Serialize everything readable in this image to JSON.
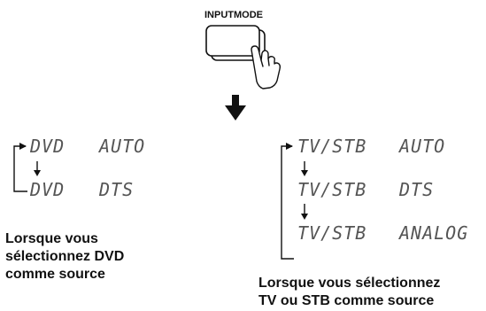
{
  "button": {
    "label": "INPUTMODE"
  },
  "left": {
    "display": [
      {
        "source": "DVD",
        "mode": "AUTO"
      },
      {
        "source": "DVD",
        "mode": "DTS"
      }
    ],
    "caption": [
      "Lorsque vous",
      "sélectionnez DVD",
      "comme source"
    ]
  },
  "right": {
    "display": [
      {
        "source": "TV/STB",
        "mode": "AUTO"
      },
      {
        "source": "TV/STB",
        "mode": "DTS"
      },
      {
        "source": "TV/STB",
        "mode": "ANALOG"
      }
    ],
    "caption": [
      "Lorsque vous sélectionnez",
      "TV ou STB comme source"
    ]
  },
  "icons": [
    "hand-pressing-icon",
    "arrow-down-icon",
    "loop-arrow-icon"
  ],
  "colors": {
    "line": "#111111",
    "lcd_text": "#555555"
  }
}
